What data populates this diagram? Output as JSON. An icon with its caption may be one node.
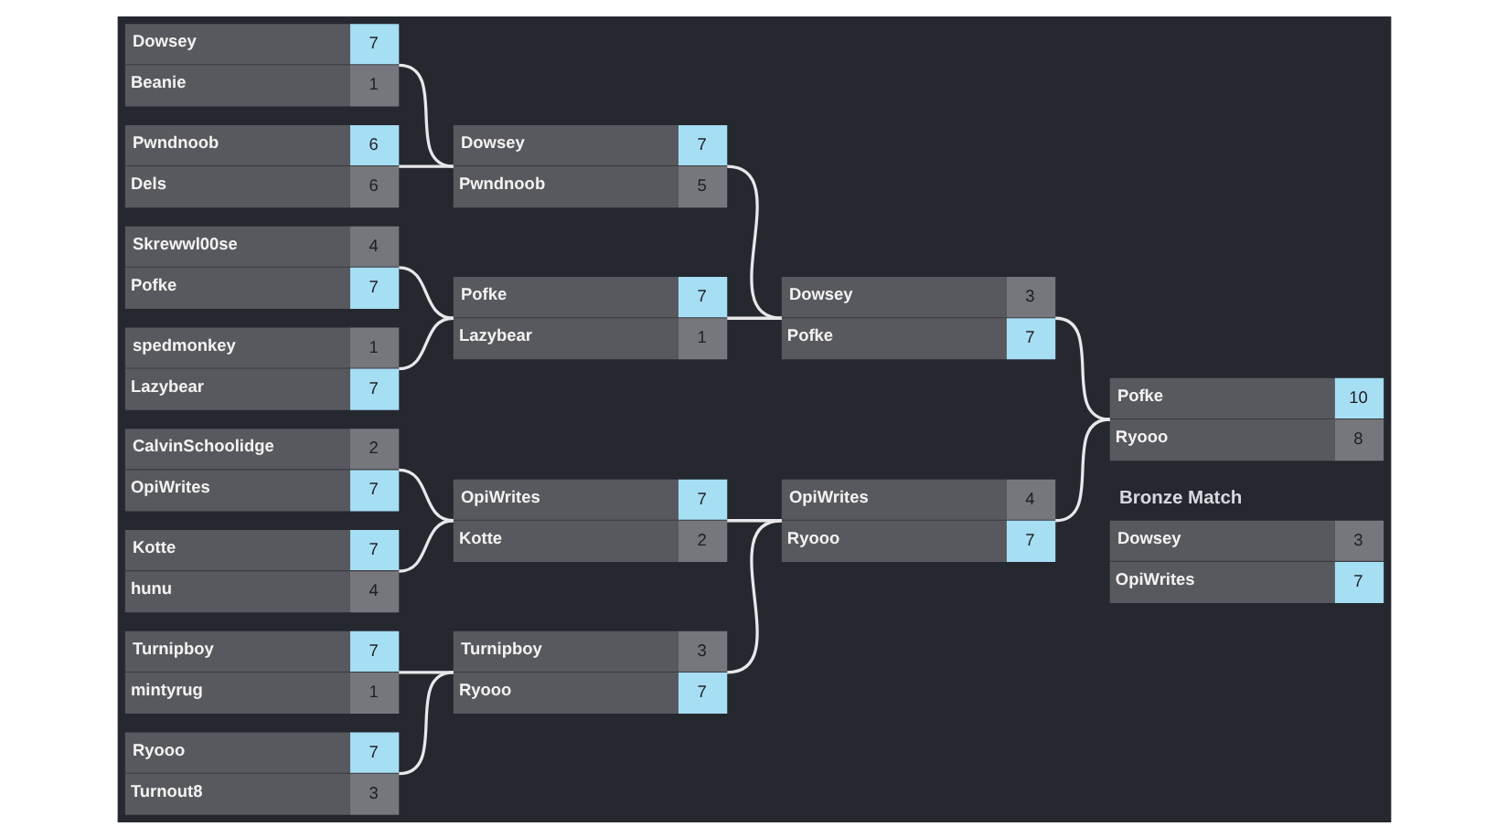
{
  "diagram": {
    "nodes": [
      {
        "text": [
          "Dowsey",
          "7",
          "Beanie",
          "1"
        ]
      },
      {
        "text": [
          "Pwndnoob",
          "6",
          "Dels",
          "6"
        ]
      },
      {
        "text": [
          "Skrewwl00se",
          "4",
          "Pofke",
          "7"
        ]
      },
      {
        "text": [
          "spedmonkey",
          "1",
          "Lazybear",
          "7"
        ]
      },
      {
        "text": [
          "CalvinSchoolidge",
          "2",
          "OpiWrites",
          "7"
        ]
      },
      {
        "text": [
          "Kotte",
          "7",
          "hunu",
          "4"
        ]
      },
      {
        "text": [
          "Turnipboy",
          "7",
          "mintyrug",
          "1"
        ]
      },
      {
        "text": [
          "Ryooo",
          "7",
          "Turnout8",
          "3"
        ]
      },
      {
        "text": [
          "Dowsey",
          "7",
          "Pwndnoob",
          "5"
        ]
      },
      {
        "text": [
          "Pofke",
          "7",
          "Lazybear",
          "1"
        ]
      },
      {
        "text": [
          "OpiWrites",
          "7",
          "Kotte",
          "2"
        ]
      },
      {
        "text": [
          "Turnipboy",
          "3",
          "Ryooo",
          "7"
        ]
      },
      {
        "text": [
          "Dowsey",
          "3",
          "Pofke",
          "7"
        ]
      },
      {
        "text": [
          "OpiWrites",
          "4",
          "Ryooo",
          "7"
        ]
      },
      {
        "text": [
          "Pofke",
          "10",
          "Ryooo",
          "8"
        ]
      },
      {
        "text": [
          "Bronze Match",
          "Dowsey",
          "3",
          "OpiWrites",
          "7"
        ]
      }
    ],
    "edges": [
      {
        "from": 14,
        "to": 12,
        "arrow": "none"
      },
      {
        "from": 14,
        "to": 13,
        "arrow": "none"
      },
      {
        "from": 12,
        "to": 8,
        "arrow": "none"
      },
      {
        "from": 12,
        "to": 9,
        "arrow": "none"
      },
      {
        "from": 13,
        "to": 10,
        "arrow": "none"
      },
      {
        "from": 13,
        "to": 11,
        "arrow": "none"
      },
      {
        "from": 8,
        "to": 0,
        "arrow": "none"
      },
      {
        "from": 8,
        "to": 1,
        "arrow": "none"
      },
      {
        "from": 9,
        "to": 2,
        "arrow": "none"
      },
      {
        "from": 9,
        "to": 3,
        "arrow": "none"
      },
      {
        "from": 10,
        "to": 4,
        "arrow": "none"
      },
      {
        "from": 10,
        "to": 5,
        "arrow": "none"
      },
      {
        "from": 11,
        "to": 6,
        "arrow": "none"
      },
      {
        "from": 11,
        "to": 7,
        "arrow": "none"
      }
    ]
  }
}
